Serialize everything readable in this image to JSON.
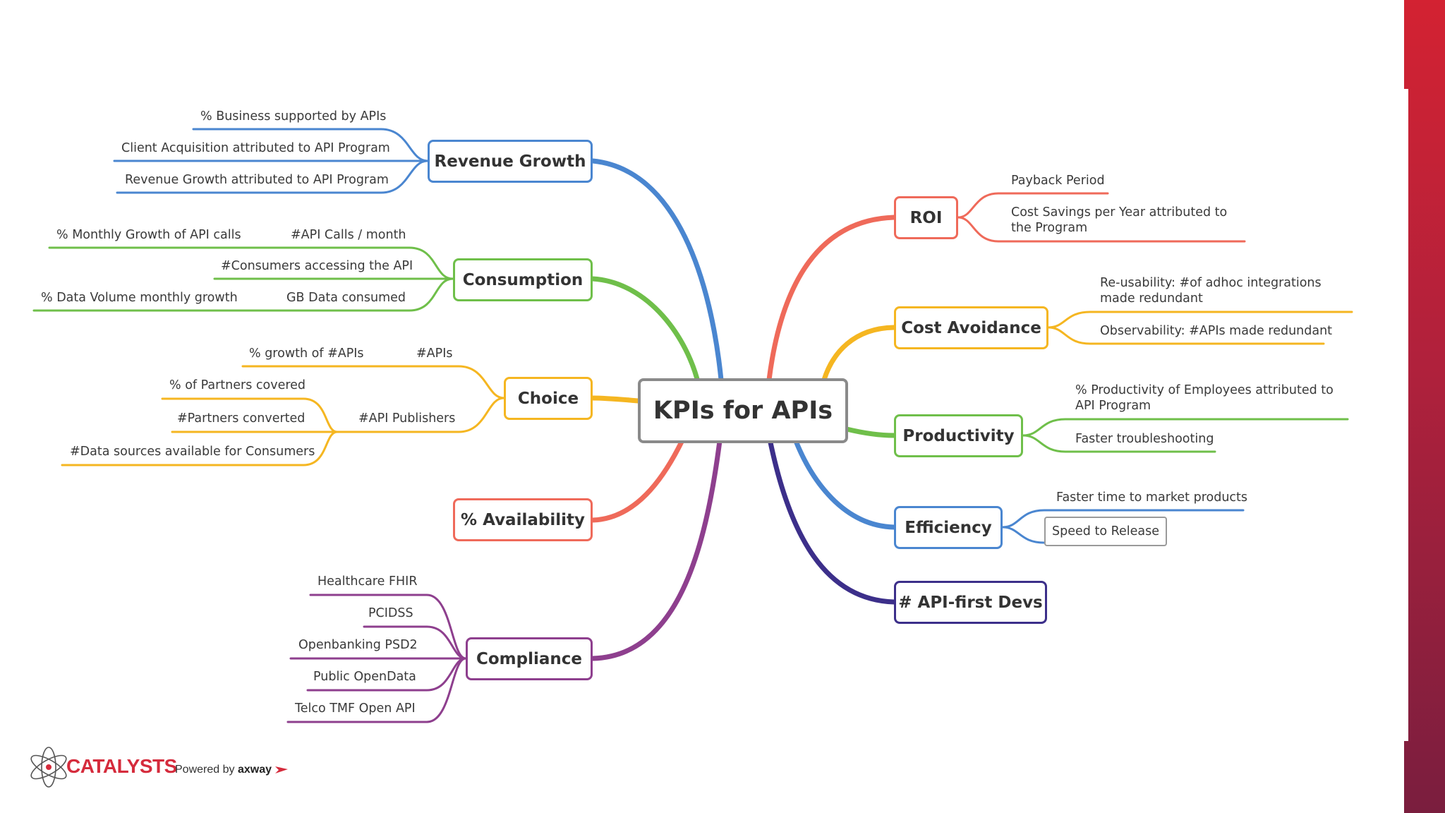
{
  "center": {
    "label": "KPIs for APIs"
  },
  "branches": {
    "revenue_growth": {
      "label": "Revenue Growth",
      "items": [
        "% Business supported by APIs",
        "Client Acquisition attributed to API Program",
        "Revenue Growth attributed to API Program"
      ]
    },
    "consumption": {
      "label": "Consumption",
      "items": [
        "#API Calls / month",
        "% Monthly Growth of API calls",
        "#Consumers accessing the API",
        "GB Data consumed",
        "% Data Volume monthly growth"
      ]
    },
    "choice": {
      "label": "Choice",
      "items": [
        "#APIs",
        "% growth of #APIs",
        "#API Publishers",
        "% of Partners covered",
        "#Partners converted",
        "#Data sources available for Consumers"
      ]
    },
    "availability": {
      "label": "% Availability"
    },
    "compliance": {
      "label": "Compliance",
      "items": [
        "Healthcare FHIR",
        "PCIDSS",
        "Openbanking PSD2",
        "Public OpenData",
        "Telco TMF Open API"
      ]
    },
    "roi": {
      "label": "ROI",
      "items": [
        "Payback Period",
        "Cost Savings per Year attributed to the Program"
      ]
    },
    "cost_avoidance": {
      "label": "Cost Avoidance",
      "items": [
        "Re-usability: #of adhoc integrations made redundant",
        "Observability: #APIs made redundant"
      ]
    },
    "productivity": {
      "label": "Productivity",
      "items": [
        "% Productivity of Employees attributed to API Program",
        "Faster troubleshooting"
      ]
    },
    "efficiency": {
      "label": "Efficiency",
      "items": [
        "Faster time to market products",
        "Speed to Release"
      ]
    },
    "api_first": {
      "label": "# API-first Devs"
    }
  },
  "colors": {
    "revenue_growth": "#4a86d0",
    "consumption": "#6fbf4a",
    "choice": "#f5b621",
    "availability": "#ef6a5a",
    "compliance": "#8e3f8e",
    "roi": "#ef6a5a",
    "cost_avoidance": "#f5b621",
    "productivity": "#6fbf4a",
    "efficiency": "#4a86d0",
    "api_first": "#3c2f8a",
    "center_border": "#8a8a8a",
    "brand_red": "#d52b3c"
  },
  "footer": {
    "brand": "CATALYSTS",
    "powered_by": "Powered by",
    "partner": "axway"
  }
}
